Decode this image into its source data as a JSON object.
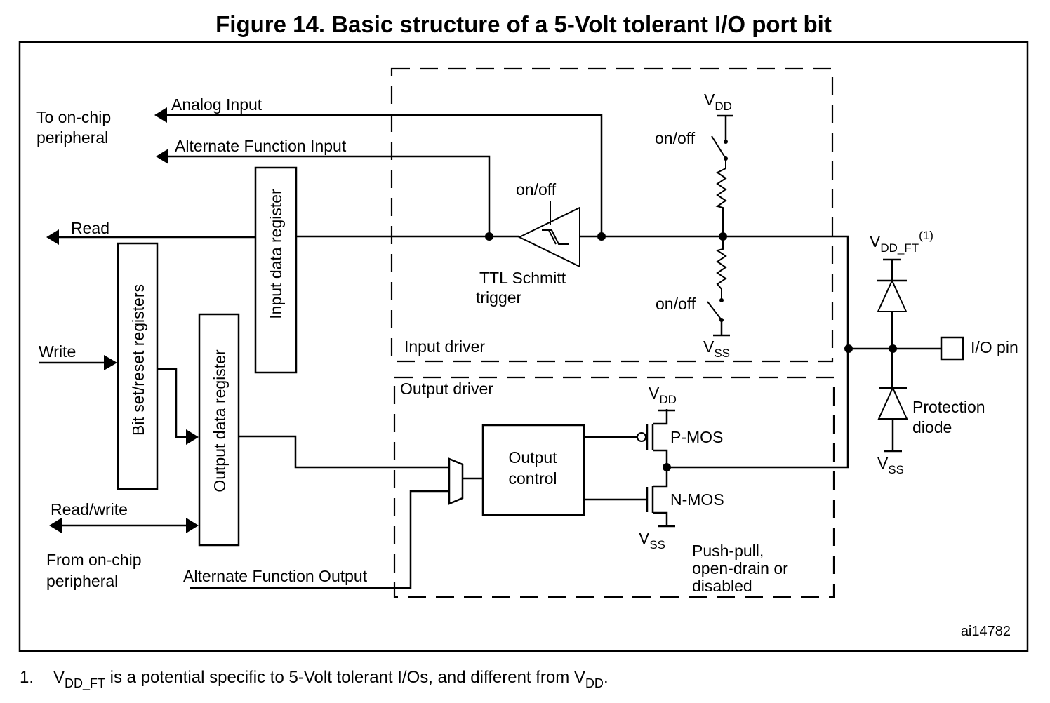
{
  "figure": {
    "title": "Figure 14. Basic structure of a 5-Volt tolerant I/O port bit",
    "id_label": "ai14782"
  },
  "left_labels": {
    "to_onchip_line1": "To on-chip",
    "to_onchip_line2": "peripheral",
    "analog_input": "Analog Input",
    "alt_func_input": "Alternate Function Input",
    "read": "Read",
    "write": "Write",
    "read_write": "Read/write",
    "from_onchip_line1": "From on-chip",
    "from_onchip_line2": "peripheral",
    "alt_func_output": "Alternate Function Output"
  },
  "registers": {
    "input_data": "Input data register",
    "bit_set_reset": "Bit set/reset registers",
    "output_data": "Output data register"
  },
  "input_driver": {
    "label": "Input driver",
    "schmitt_on_off": "on/off",
    "schmitt_line1": "TTL Schmitt",
    "schmitt_line2": "trigger",
    "pullup_on_off": "on/off",
    "pulldown_on_off": "on/off",
    "vdd_main": "V",
    "vdd_sub": "DD",
    "vss_main": "V",
    "vss_sub": "SS"
  },
  "output_driver": {
    "label": "Output driver",
    "output_control_line1": "Output",
    "output_control_line2": "control",
    "pmos": "P-MOS",
    "nmos": "N-MOS",
    "vdd_main": "V",
    "vdd_sub": "DD",
    "vss_main": "V",
    "vss_sub": "SS",
    "mode_line1": "Push-pull,",
    "mode_line2": "open-drain or",
    "mode_line3": "disabled"
  },
  "protection": {
    "vddft_main": "V",
    "vddft_sub": "DD_FT",
    "vddft_sup": "(1)",
    "vss_main": "V",
    "vss_sub": "SS",
    "diode_line1": "Protection",
    "diode_line2": "diode",
    "io_pin": "I/O pin"
  },
  "footnote": {
    "number": "1.",
    "v1_main": "V",
    "v1_sub": "DD_FT",
    "text": " is a potential specific to 5-Volt tolerant I/Os, and different from ",
    "v2_main": "V",
    "v2_sub": "DD",
    "end": "."
  }
}
